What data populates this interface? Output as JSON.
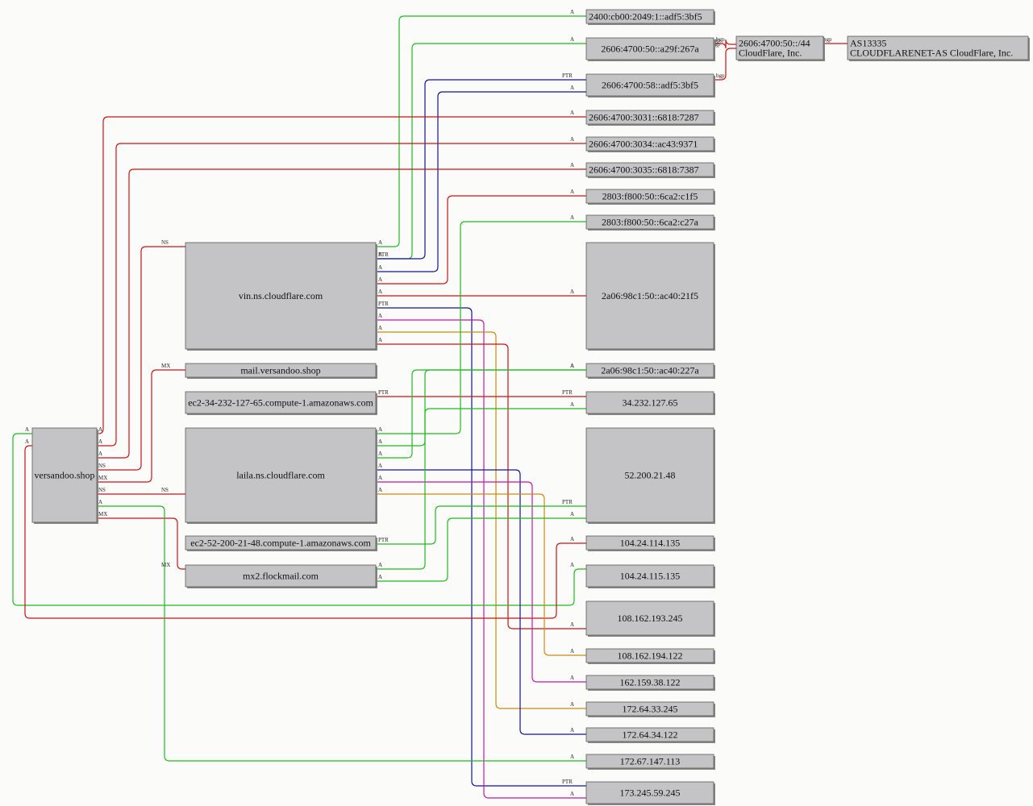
{
  "colors": {
    "green": "#1fba1f",
    "red": "#c81414",
    "blue": "#14148c",
    "magenta": "#c417a4",
    "orange": "#c98a0f",
    "node_fill": "#c4c3c5"
  },
  "nodes": {
    "versandoo": [
      "versandoo.shop"
    ],
    "vin_ns": [
      "vin.ns.cloudflare.com"
    ],
    "mail_versandoo": [
      "mail.versandoo.shop"
    ],
    "ec2_34": [
      "ec2-34-232-127-65.compute-1.amazonaws.com"
    ],
    "laila_ns": [
      "laila.ns.cloudflare.com"
    ],
    "ec2_52": [
      "ec2-52-200-21-48.compute-1.amazonaws.com"
    ],
    "mx2_flockmail": [
      "mx2.flockmail.com"
    ],
    "ip_2400_cb00": [
      "2400:cb00:2049:1::adf5:3bf5"
    ],
    "ip_2606_50_a29f": [
      "2606:4700:50::a29f:267a"
    ],
    "ip_2606_58_adf5": [
      "2606:4700:58::adf5:3bf5"
    ],
    "ip_2606_3031": [
      "2606:4700:3031::6818:7287"
    ],
    "ip_2606_3034": [
      "2606:4700:3034::ac43:9371"
    ],
    "ip_2606_3035": [
      "2606:4700:3035::6818:7387"
    ],
    "ip_2803_c1f5": [
      "2803:f800:50::6ca2:c1f5"
    ],
    "ip_2803_c27a": [
      "2803:f800:50::6ca2:c27a"
    ],
    "ip_2a06_21f5": [
      "2a06:98c1:50::ac40:21f5"
    ],
    "ip_2a06_227a": [
      "2a06:98c1:50::ac40:227a"
    ],
    "ip_34_232": [
      "34.232.127.65"
    ],
    "ip_52_200": [
      "52.200.21.48"
    ],
    "ip_104_114": [
      "104.24.114.135"
    ],
    "ip_104_115": [
      "104.24.115.135"
    ],
    "ip_108_193": [
      "108.162.193.245"
    ],
    "ip_108_194": [
      "108.162.194.122"
    ],
    "ip_162_159": [
      "162.159.38.122"
    ],
    "ip_172_64_33": [
      "172.64.33.245"
    ],
    "ip_172_64_34": [
      "172.64.34.122"
    ],
    "ip_172_67": [
      "172.67.147.113"
    ],
    "ip_173_245": [
      "173.245.59.245"
    ],
    "prefix_2606": [
      "2606:4700:50::/44",
      "CloudFlare, Inc."
    ],
    "as13335": [
      "AS13335",
      "CLOUDFLARENET-AS CloudFlare, Inc."
    ]
  },
  "edges": [
    {
      "color": "green",
      "label": "A",
      "src_label": "A",
      "from": "vin_ns",
      "to": "ip_2400_cb00"
    },
    {
      "color": "green",
      "label": "A",
      "src_label": "A",
      "from": "vin_ns",
      "to": "ip_2606_50_a29f"
    },
    {
      "color": "blue",
      "label": "PTR",
      "src_label": "PTR",
      "from": "vin_ns",
      "to": "ip_2606_58_adf5"
    },
    {
      "color": "blue",
      "label": "A",
      "src_label": "A",
      "from": "vin_ns",
      "to": "ip_2606_58_adf5"
    },
    {
      "color": "red",
      "label": "A",
      "src_label": "A",
      "from": "vin_ns",
      "to": "ip_2803_c1f5"
    },
    {
      "color": "red",
      "label": "A",
      "src_label": "A",
      "from": "vin_ns",
      "to": "ip_2a06_21f5"
    },
    {
      "color": "blue",
      "label": "PTR",
      "src_label": "PTR",
      "from": "vin_ns",
      "to": "ip_173_245"
    },
    {
      "color": "magenta",
      "label": "A",
      "src_label": "A",
      "from": "vin_ns",
      "to": "ip_173_245"
    },
    {
      "color": "orange",
      "label": "A",
      "src_label": "A",
      "from": "vin_ns",
      "to": "ip_172_64_33"
    },
    {
      "color": "red",
      "label": "A",
      "src_label": "A",
      "from": "vin_ns",
      "to": "ip_108_193"
    },
    {
      "color": "red",
      "label": "A",
      "src_label": "A",
      "from": "versandoo",
      "to": "ip_2606_3031"
    },
    {
      "color": "red",
      "label": "A",
      "src_label": "A",
      "from": "versandoo",
      "to": "ip_2606_3034"
    },
    {
      "color": "red",
      "label": "A",
      "src_label": "A",
      "from": "versandoo",
      "to": "ip_2606_3035"
    },
    {
      "color": "red",
      "label": "NS",
      "src_label": "NS",
      "from": "versandoo",
      "to": "vin_ns"
    },
    {
      "color": "red",
      "label": "MX",
      "src_label": "MX",
      "from": "versandoo",
      "to": "mail_versandoo"
    },
    {
      "color": "red",
      "label": "NS",
      "src_label": "NS",
      "from": "versandoo",
      "to": "laila_ns"
    },
    {
      "color": "red",
      "label": "MX",
      "src_label": "MX",
      "from": "versandoo",
      "to": "mx2_flockmail"
    },
    {
      "color": "green",
      "label": "A",
      "src_label": "A",
      "from": "versandoo",
      "to": "ip_104_115"
    },
    {
      "color": "red",
      "label": "A",
      "src_label": "A",
      "from": "versandoo",
      "to": "ip_104_114"
    },
    {
      "color": "green",
      "label": "A",
      "src_label": "A",
      "from": "versandoo",
      "to": "ip_172_67"
    },
    {
      "color": "red",
      "label": "PTR",
      "src_label": "PTR",
      "from": "ec2_34",
      "to": "ip_34_232"
    },
    {
      "color": "green",
      "label": "A",
      "src_label": "A",
      "from": "laila_ns",
      "to": "ip_2803_c27a"
    },
    {
      "color": "green",
      "label": "A",
      "src_label": "A",
      "from": "laila_ns",
      "to": "ip_2a06_227a"
    },
    {
      "color": "green",
      "label": "A",
      "src_label": "A",
      "from": "laila_ns",
      "to": "ip_2a06_227a"
    },
    {
      "color": "blue",
      "label": "A",
      "src_label": "A",
      "from": "laila_ns",
      "to": "ip_172_64_34"
    },
    {
      "color": "magenta",
      "label": "A",
      "src_label": "A",
      "from": "laila_ns",
      "to": "ip_162_159"
    },
    {
      "color": "orange",
      "label": "A",
      "src_label": "A",
      "from": "laila_ns",
      "to": "ip_108_194"
    },
    {
      "color": "green",
      "label": "PTR",
      "src_label": "PTR",
      "from": "ec2_52",
      "to": "ip_52_200"
    },
    {
      "color": "green",
      "label": "A",
      "src_label": "A",
      "from": "mx2_flockmail",
      "to": "ip_34_232"
    },
    {
      "color": "green",
      "label": "A",
      "src_label": "A",
      "from": "mx2_flockmail",
      "to": "ip_52_200"
    },
    {
      "color": "red",
      "label": "bgp",
      "src_label": "bgp",
      "from": "ip_2606_50_a29f",
      "to": "prefix_2606"
    },
    {
      "color": "red",
      "label": "bgp",
      "src_label": "bgp",
      "from": "ip_2606_58_adf5",
      "to": "prefix_2606"
    },
    {
      "color": "red",
      "label": "bgp",
      "src_label": "",
      "from": "prefix_2606",
      "to": "as13335"
    }
  ]
}
